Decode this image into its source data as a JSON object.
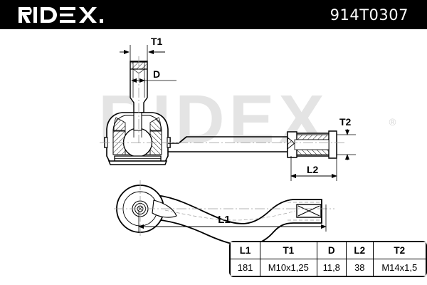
{
  "header": {
    "brand": "RIDEX.",
    "brand_icon": "ridex-logo",
    "part_number": "914T0307",
    "background_color": "#000000",
    "text_color": "#ffffff"
  },
  "watermark": {
    "text": "RIDEX",
    "registered_mark": "®",
    "color": "#e2e2e2"
  },
  "drawing": {
    "title": "tie-rod-end-technical-drawing",
    "views": [
      {
        "name": "side-view-cross-section",
        "description": "Ball joint with threaded stud and tie rod shaft with internally threaded socket"
      },
      {
        "name": "top-view",
        "description": "Curved tie rod arm with ball joint housing and socket end"
      }
    ],
    "dimension_labels": {
      "t1": "T1",
      "d": "D",
      "t2": "T2",
      "l2": "L2",
      "l1": "L1"
    },
    "line_color": "#000000",
    "centerline_color": "#999999"
  },
  "spec_table": {
    "name": "specifications-table",
    "headers": [
      "L1",
      "T1",
      "D",
      "L2",
      "T2"
    ],
    "values": [
      "181",
      "M10x1,25",
      "11,8",
      "38",
      "M14x1,5"
    ]
  }
}
